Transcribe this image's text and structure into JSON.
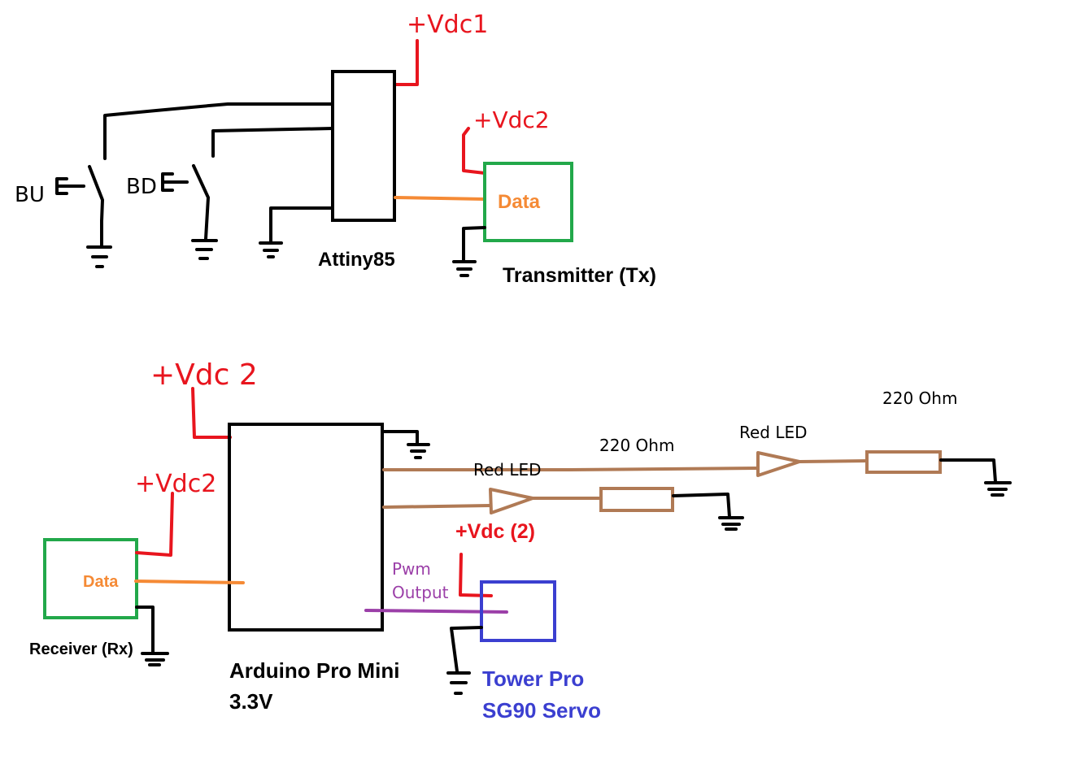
{
  "colors": {
    "black": "#000000",
    "red": "#e8151e",
    "orange": "#f58a35",
    "green": "#22a84a",
    "brown": "#b07a55",
    "purple": "#9b3fa8",
    "blue": "#3b3fd0"
  },
  "transmitter_circuit": {
    "vdc1_label": "+Vdc1",
    "vdc2_label": "+Vdc2",
    "button_up_label": "BU",
    "button_down_label": "BD",
    "mcu_label": "Attiny85",
    "tx_data_label": "Data",
    "tx_label": "Transmitter (Tx)"
  },
  "receiver_circuit": {
    "vdc2_top_label": "+Vdc 2",
    "vdc2_rx_label": "+Vdc2",
    "rx_data_label": "Data",
    "rx_label": "Receiver (Rx)",
    "mcu_label_line1": "Arduino Pro Mini",
    "mcu_label_line2": "3.3V",
    "resistor1_label": "220 Ohm",
    "resistor2_label": "220 Ohm",
    "led1_label": "Red LED",
    "led2_label": "Red LED",
    "servo_vdc_label": "+Vdc (2)",
    "pwm_label_line1": "Pwm",
    "pwm_label_line2": "Output",
    "servo_label_line1": "Tower Pro",
    "servo_label_line2": "SG90 Servo"
  }
}
